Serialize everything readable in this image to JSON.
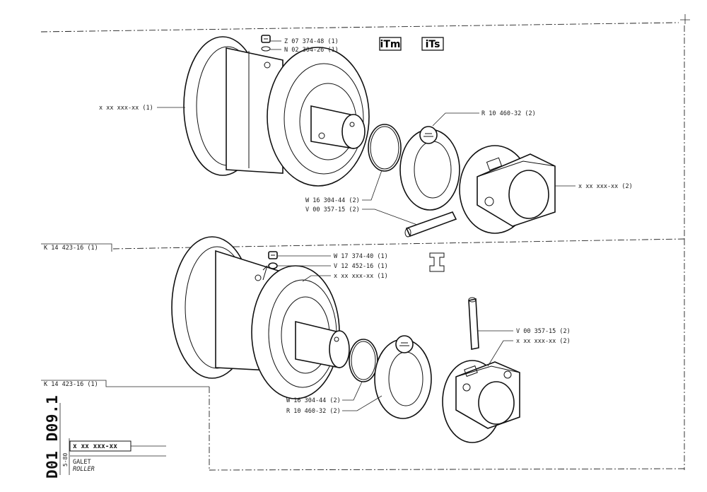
{
  "logos": {
    "top_left": "iTm",
    "top_right": "iTs"
  },
  "callouts_top": {
    "screw": "Z 07 374-48 (1)",
    "washer": "N 02 304-26 (1)",
    "roller_assembly": "x xx xxx-xx (1)",
    "seal_ring": "R 10 460-32 (2)",
    "o_ring": "W 16 304-44 (2)",
    "pin": "V 00 357-15 (2)",
    "end_cap": "x xx xxx-xx (2)"
  },
  "callouts_bottom": {
    "screw": "W 17 374-40 (1)",
    "washer": "V 12 452-16 (1)",
    "flange": "x xx xxx-xx (1)",
    "pin": "V 00 357-15 (2)",
    "end_cap": "x xx xxx-xx (2)",
    "o_ring": "W 16 304-44 (2)",
    "seal_ring": "R 10 460-32 (2)"
  },
  "kit_labels": {
    "upper": "K 14 423-16 (1)",
    "lower": "K 14 423-16 (1)"
  },
  "title_block": {
    "doc_code": "D01 D09.1",
    "date": "5-80",
    "part_number": "x xx  xxx-xx",
    "name_fr": "GALET",
    "name_en": "ROLLER"
  }
}
